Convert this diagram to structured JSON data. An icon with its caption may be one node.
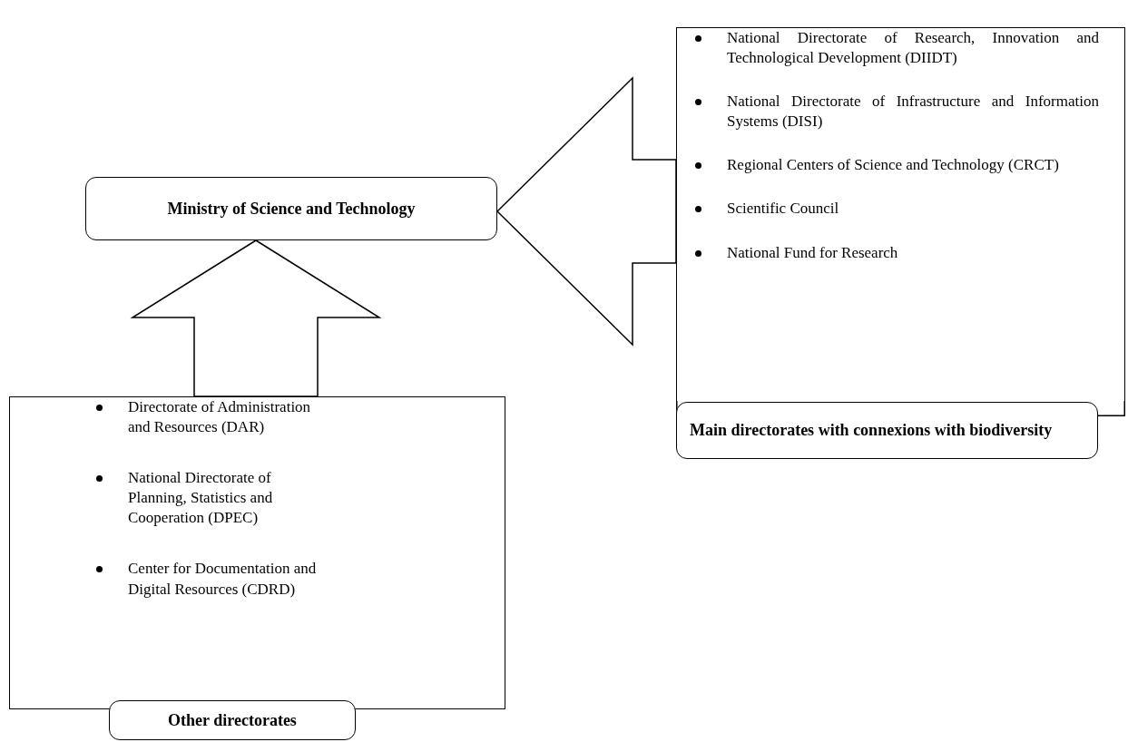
{
  "diagram": {
    "nodes": [
      {
        "text": [
          "Ministry of Science and Technology"
        ]
      },
      {
        "text": [
          "National Directorate of Research, Innovation and Technological Development (DIIDT)",
          "National Directorate of Infrastructure and Information Systems (DISI)",
          "Regional Centers of Science and Technology (CRCT)",
          "Scientific Council",
          "National Fund for Research"
        ]
      },
      {
        "text": [
          "Main directorates with connexions with biodiversity"
        ]
      },
      {
        "text": [
          "Directorate of Administration and Resources (DAR)",
          "National Directorate of Planning, Statistics and Cooperation (DPEC)",
          "Center for Documentation and Digital Resources (CDRD)"
        ]
      },
      {
        "text": [
          "Other directorates"
        ]
      }
    ],
    "edges": [
      {
        "from": 1,
        "to": 0,
        "arrow": "to"
      },
      {
        "from": 3,
        "to": 0,
        "arrow": "to"
      }
    ]
  }
}
